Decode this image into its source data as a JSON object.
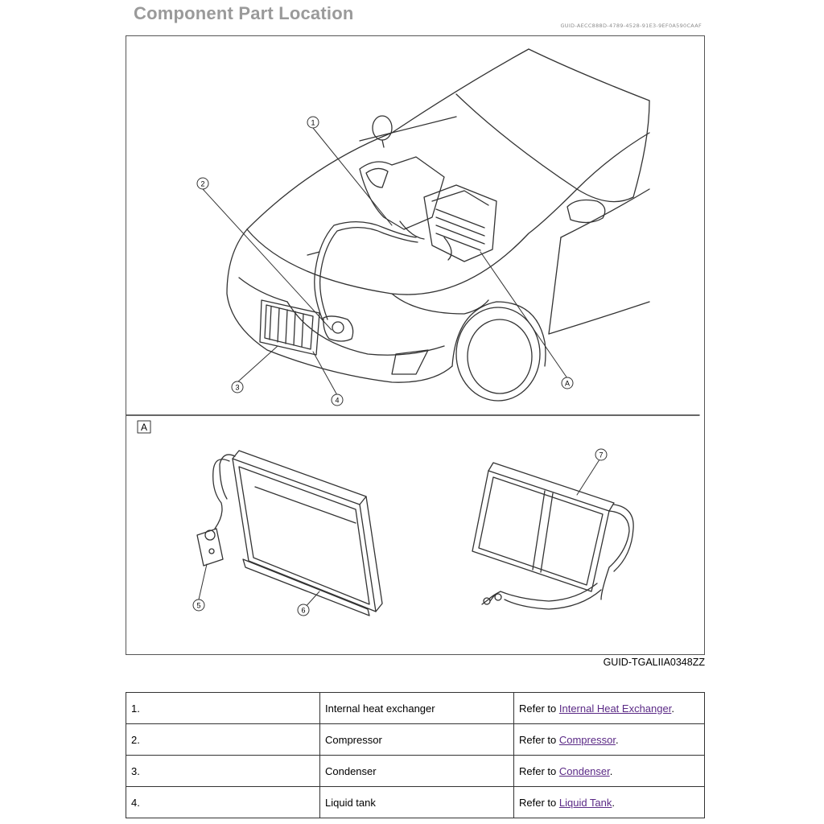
{
  "header": {
    "title": "Component Part Location",
    "guid": "GUID-AECC888D-4789-4528-91E3-9EF0A590CAAF"
  },
  "figure": {
    "callouts": [
      "1",
      "2",
      "3",
      "4",
      "A",
      "5",
      "6",
      "7"
    ],
    "detail_label": "A",
    "guid": "GUID-TGALIIA0348ZZ"
  },
  "parts_table": {
    "rows": [
      {
        "num": "1.",
        "name": "Internal heat exchanger",
        "refer_prefix": "Refer to ",
        "link": "Internal Heat Exchanger",
        "suffix": "."
      },
      {
        "num": "2.",
        "name": "Compressor",
        "refer_prefix": "Refer to ",
        "link": "Compressor",
        "suffix": "."
      },
      {
        "num": "3.",
        "name": "Condenser",
        "refer_prefix": "Refer to ",
        "link": "Condenser",
        "suffix": "."
      },
      {
        "num": "4.",
        "name": "Liquid tank",
        "refer_prefix": "Refer to ",
        "link": "Liquid Tank",
        "suffix": "."
      }
    ]
  },
  "colors": {
    "link": "#5b2a86",
    "title": "#9a9a9a",
    "line": "#333333"
  }
}
